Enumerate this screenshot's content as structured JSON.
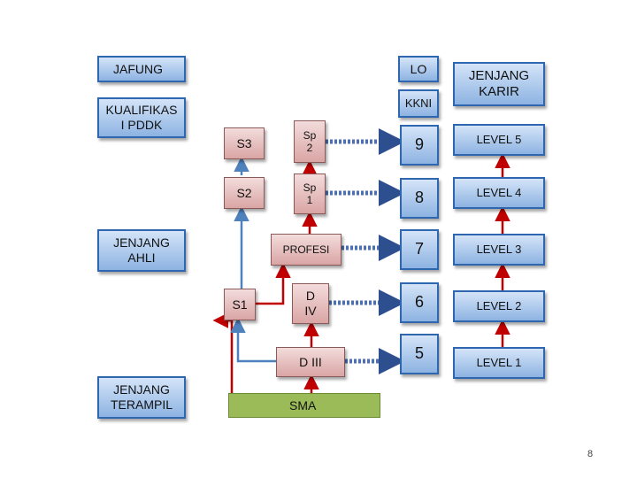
{
  "left_labels": {
    "jafung": "JAFUNG",
    "kualifikasi": "KUALIFIKAS\nI PDDK",
    "jenjang_ahli": "JENJANG\nAHLI",
    "jenjang_terampil": "JENJANG\nTERAMPIL"
  },
  "degrees": {
    "s3": "S3",
    "s2": "S2",
    "s1": "S1",
    "sp2": "Sp\n2",
    "sp1": "Sp\n1",
    "profesi": "PROFESI",
    "d4": "D\nIV",
    "d3": "D III",
    "sma": "SMA"
  },
  "kkni": {
    "lo": "LO",
    "kkni": "KKNI",
    "levels": [
      "9",
      "8",
      "7",
      "6",
      "5"
    ]
  },
  "karir": {
    "header": "JENJANG\nKARIR",
    "levels": [
      "LEVEL 5",
      "LEVEL 4",
      "LEVEL 3",
      "LEVEL 2",
      "LEVEL 1"
    ]
  },
  "page_number": "8",
  "colors": {
    "box_blue": "#8db3e2",
    "box_border_blue": "#2e67b0",
    "box_red": "#d9a5a4",
    "box_green": "#9bbb59",
    "arrow_red": "#c00000",
    "arrow_blue": "#4f81bd",
    "dashed_connector": "#4a6fb5"
  }
}
